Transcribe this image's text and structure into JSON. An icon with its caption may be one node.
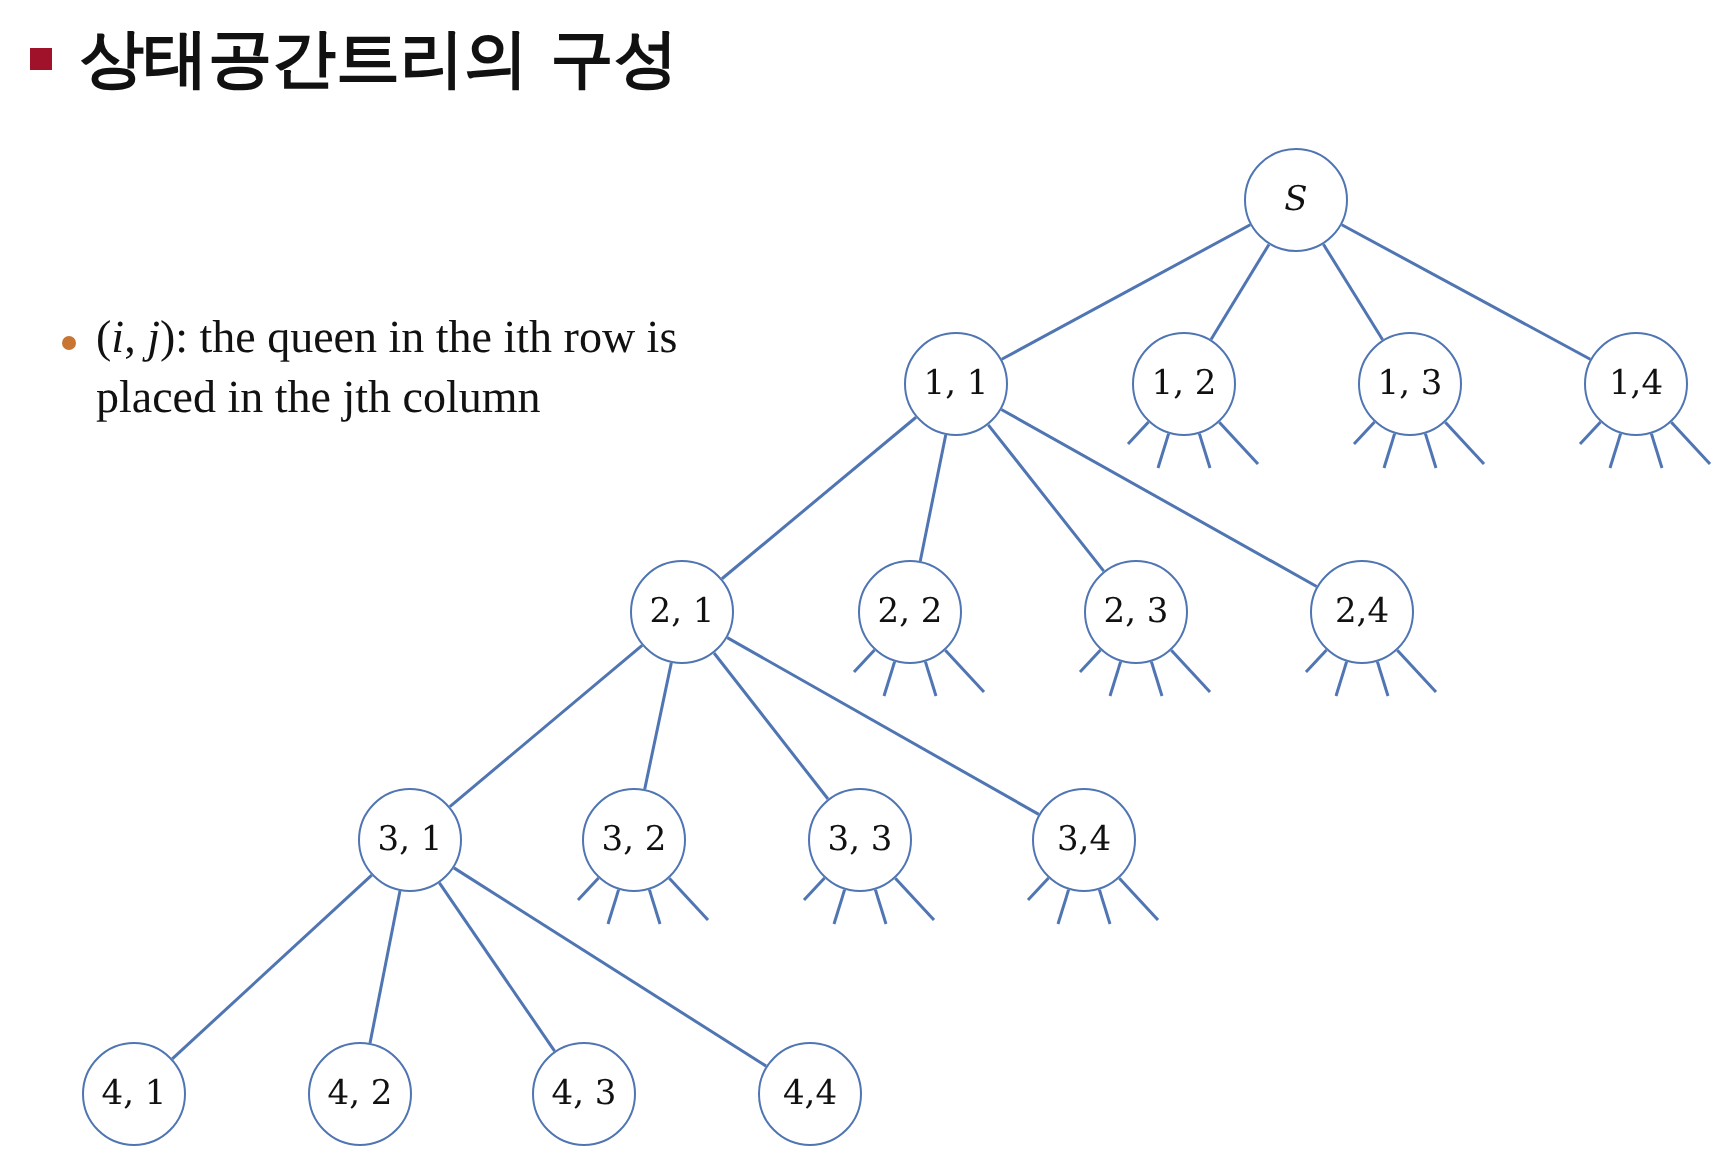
{
  "diagram": {
    "title": "상태공간트리의 구성",
    "nodes": [
      {
        "text": [
          "S"
        ]
      },
      {
        "text": [
          "1, 1"
        ]
      },
      {
        "text": [
          "1, 2"
        ]
      },
      {
        "text": [
          "1, 3"
        ]
      },
      {
        "text": [
          "1,4"
        ]
      },
      {
        "text": [
          "2, 1"
        ]
      },
      {
        "text": [
          "2, 2"
        ]
      },
      {
        "text": [
          "2, 3"
        ]
      },
      {
        "text": [
          "2,4"
        ]
      },
      {
        "text": [
          "3, 1"
        ]
      },
      {
        "text": [
          "3, 2"
        ]
      },
      {
        "text": [
          "3, 3"
        ]
      },
      {
        "text": [
          "3,4"
        ]
      },
      {
        "text": [
          "4, 1"
        ]
      },
      {
        "text": [
          "4, 2"
        ]
      },
      {
        "text": [
          "4, 3"
        ]
      },
      {
        "text": [
          "4,4"
        ]
      }
    ],
    "edges": [
      {
        "from": 0,
        "to": 1,
        "arrow": "none"
      },
      {
        "from": 0,
        "to": 2,
        "arrow": "none"
      },
      {
        "from": 0,
        "to": 3,
        "arrow": "none"
      },
      {
        "from": 0,
        "to": 4,
        "arrow": "none"
      },
      {
        "from": 1,
        "to": 5,
        "arrow": "none"
      },
      {
        "from": 1,
        "to": 6,
        "arrow": "none"
      },
      {
        "from": 1,
        "to": 7,
        "arrow": "none"
      },
      {
        "from": 1,
        "to": 8,
        "arrow": "none"
      },
      {
        "from": 5,
        "to": 9,
        "arrow": "none"
      },
      {
        "from": 5,
        "to": 10,
        "arrow": "none"
      },
      {
        "from": 5,
        "to": 11,
        "arrow": "none"
      },
      {
        "from": 5,
        "to": 12,
        "arrow": "none"
      },
      {
        "from": 9,
        "to": 13,
        "arrow": "none"
      },
      {
        "from": 9,
        "to": 14,
        "arrow": "none"
      },
      {
        "from": 9,
        "to": 15,
        "arrow": "none"
      },
      {
        "from": 9,
        "to": 16,
        "arrow": "none"
      },
      {
        "from": 2,
        "to": null,
        "arrow": "none"
      },
      {
        "from": 2,
        "to": null,
        "arrow": "none"
      },
      {
        "from": 2,
        "to": null,
        "arrow": "none"
      },
      {
        "from": 2,
        "to": null,
        "arrow": "none"
      },
      {
        "from": 3,
        "to": null,
        "arrow": "none"
      },
      {
        "from": 3,
        "to": null,
        "arrow": "none"
      },
      {
        "from": 3,
        "to": null,
        "arrow": "none"
      },
      {
        "from": 3,
        "to": null,
        "arrow": "none"
      },
      {
        "from": 4,
        "to": null,
        "arrow": "none"
      },
      {
        "from": 4,
        "to": null,
        "arrow": "none"
      },
      {
        "from": 4,
        "to": null,
        "arrow": "none"
      },
      {
        "from": 4,
        "to": null,
        "arrow": "none"
      },
      {
        "from": 6,
        "to": null,
        "arrow": "none"
      },
      {
        "from": 6,
        "to": null,
        "arrow": "none"
      },
      {
        "from": 6,
        "to": null,
        "arrow": "none"
      },
      {
        "from": 6,
        "to": null,
        "arrow": "none"
      },
      {
        "from": 7,
        "to": null,
        "arrow": "none"
      },
      {
        "from": 7,
        "to": null,
        "arrow": "none"
      },
      {
        "from": 7,
        "to": null,
        "arrow": "none"
      },
      {
        "from": 7,
        "to": null,
        "arrow": "none"
      },
      {
        "from": 8,
        "to": null,
        "arrow": "none"
      },
      {
        "from": 8,
        "to": null,
        "arrow": "none"
      },
      {
        "from": 8,
        "to": null,
        "arrow": "none"
      },
      {
        "from": 8,
        "to": null,
        "arrow": "none"
      },
      {
        "from": 10,
        "to": null,
        "arrow": "none"
      },
      {
        "from": 10,
        "to": null,
        "arrow": "none"
      },
      {
        "from": 10,
        "to": null,
        "arrow": "none"
      },
      {
        "from": 10,
        "to": null,
        "arrow": "none"
      },
      {
        "from": 11,
        "to": null,
        "arrow": "none"
      },
      {
        "from": 11,
        "to": null,
        "arrow": "none"
      },
      {
        "from": 11,
        "to": null,
        "arrow": "none"
      },
      {
        "from": 11,
        "to": null,
        "arrow": "none"
      },
      {
        "from": 12,
        "to": null,
        "arrow": "none"
      },
      {
        "from": 12,
        "to": null,
        "arrow": "none"
      },
      {
        "from": 12,
        "to": null,
        "arrow": "none"
      },
      {
        "from": 12,
        "to": null,
        "arrow": "none"
      }
    ],
    "labels": [
      "(*i*, *j*): the queen in the ith row is placed in the jth column"
    ]
  }
}
